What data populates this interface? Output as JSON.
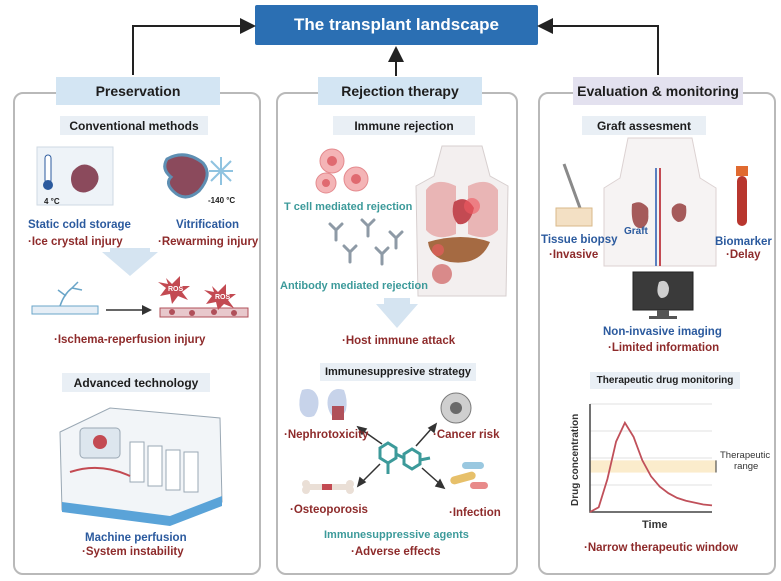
{
  "title": "The transplant landscape",
  "preservation": {
    "tab": "Preservation",
    "conventional_title": "Conventional methods",
    "temp_cold": "4 °C",
    "temp_vitri": "-140 °C",
    "static_cold": "Static cold storage",
    "ice_injury": "·Ice crystal injury",
    "vitrification": "Vitrification",
    "rewarming": "·Rewarming injury",
    "ros1": "ROS",
    "ros2": "ROS",
    "ischemia": "·Ischema-reperfusion injury",
    "advanced_title": "Advanced technology",
    "machine": "Machine perfusion",
    "instability": "·System instability"
  },
  "rejection": {
    "tab": "Rejection therapy",
    "immune_title": "Immune rejection",
    "tcell": "T cell mediated rejection",
    "antibody": "Antibody mediated rejection",
    "host": "·Host immune attack",
    "strategy_title": "Immunesuppresive strategy",
    "nephro": "·Nephrotoxicity",
    "cancer": "·Cancer risk",
    "osteo": "·Osteoporosis",
    "infection": "·Infection",
    "agents": "Immunesuppressive agents",
    "adverse": "·Adverse effects"
  },
  "evaluation": {
    "tab": "Evaluation & monitoring",
    "graft_title": "Graft assesment",
    "tissue": "Tissue biopsy",
    "invasive": "·Invasive",
    "graft": "Graft",
    "biomarker": "Biomarker",
    "delay": "·Delay",
    "imaging": "Non-invasive imaging",
    "limited": "·Limited information",
    "tdm_title": "Therapeutic drug monitoring",
    "narrow": "·Narrow therapeutic window"
  },
  "chart_data": {
    "type": "line",
    "title": "",
    "xlabel": "Time",
    "ylabel": "Drug concentration",
    "annotation": "Therapeutic range",
    "annotation_lines": [
      "Therapeutic",
      "range"
    ],
    "series": [
      {
        "values": [
          0,
          0.05,
          0.35,
          0.75,
          0.95,
          0.8,
          0.55,
          0.38,
          0.27,
          0.2,
          0.15,
          0.12,
          0.1,
          0.08,
          0.07
        ]
      }
    ],
    "band": [
      0.42,
      0.55
    ],
    "ylim": [
      0,
      1.15
    ]
  },
  "colors": {
    "title_bg": "#2b6fb3",
    "tab_bg": "#d3e5f3",
    "blue_text": "#2b5a9e",
    "red_text": "#8e2b2b",
    "teal_text": "#3c9a9a",
    "band": "#fbeccc",
    "curve": "#c0505a"
  }
}
